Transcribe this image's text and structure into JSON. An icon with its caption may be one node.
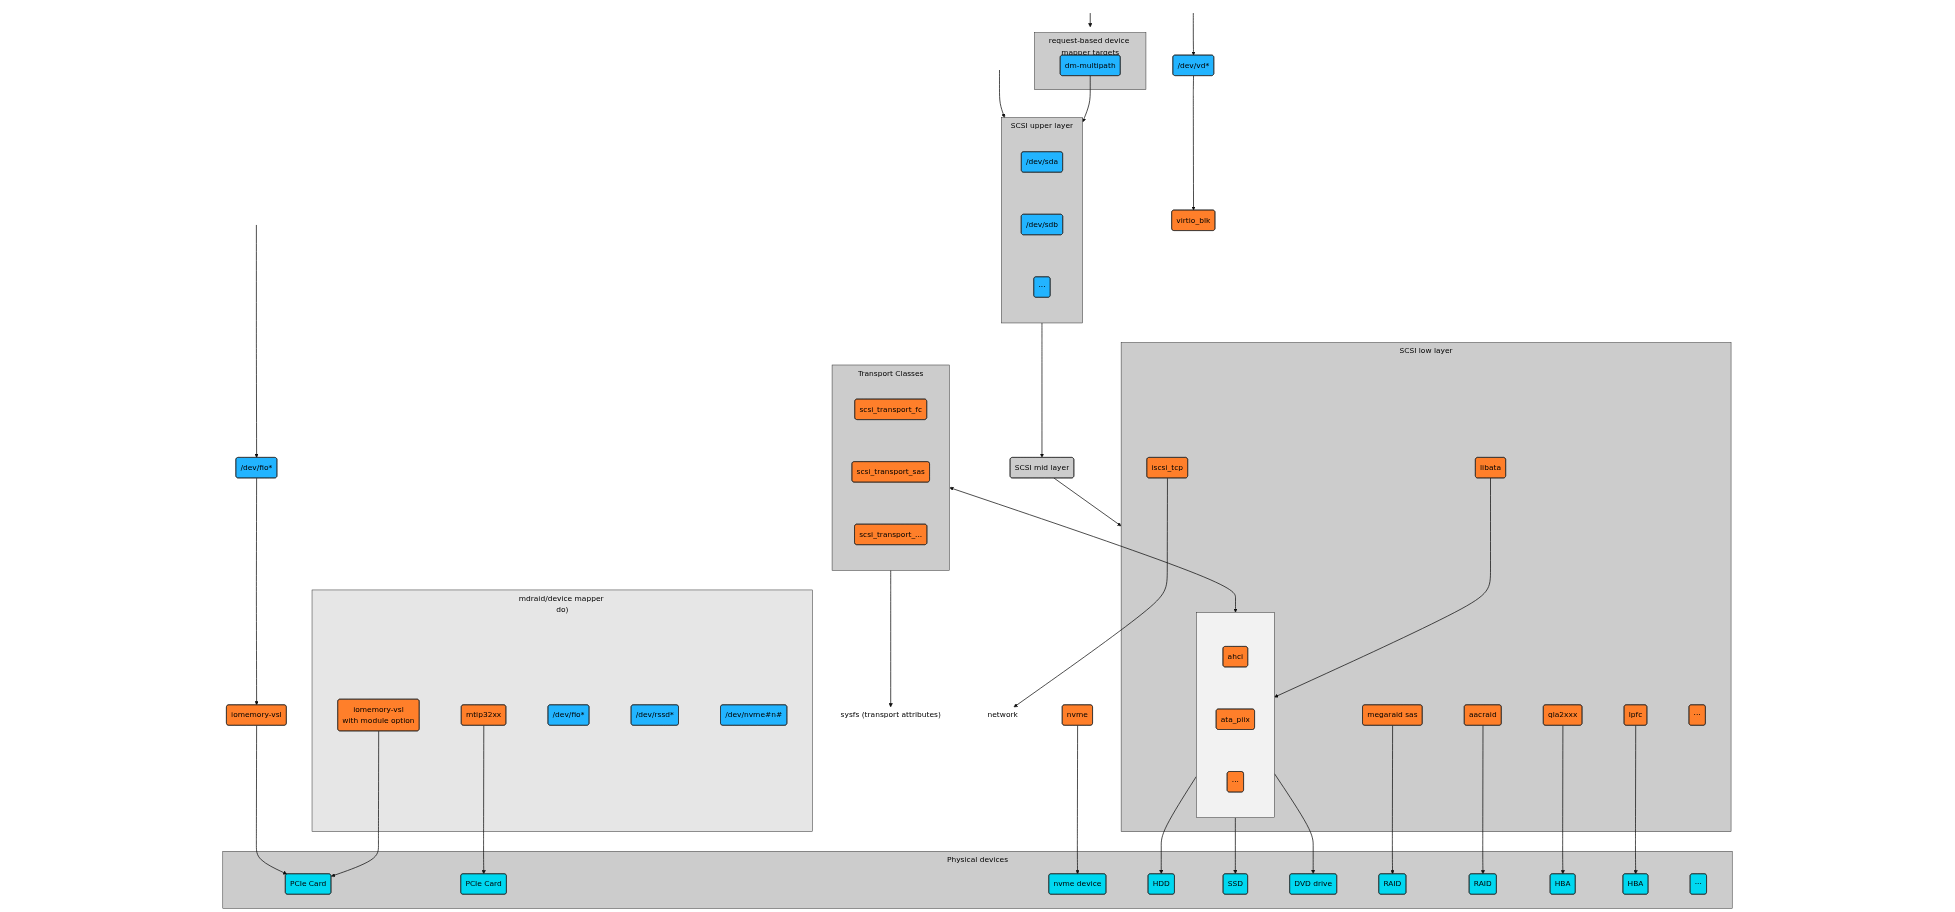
{
  "diagram": {
    "nodes": [
      {
        "text": [
          "request-based device mapper targets"
        ]
      },
      {
        "text": [
          "dm-multipath"
        ],
        "in": 0
      },
      {
        "text": [
          "SCSI upper layer"
        ]
      },
      {
        "text": [
          "/dev/sda"
        ],
        "in": 2
      },
      {
        "text": [
          "/dev/sdb"
        ],
        "in": 2
      },
      {
        "text": [
          "···"
        ],
        "in": 2
      },
      {
        "text": [
          "SCSI mid layer"
        ]
      },
      {
        "text": [
          "sysfs (transport attributes)"
        ]
      },
      {
        "text": [
          "Transport Classes"
        ]
      },
      {
        "text": [
          "scsi_transport_fc"
        ],
        "in": 8
      },
      {
        "text": [
          "scsi_transport_sas"
        ],
        "in": 8
      },
      {
        "text": [
          "scsi_transport_..."
        ],
        "in": 8
      },
      {
        "text": [
          "/dev/vd*"
        ]
      },
      {
        "text": [
          "virtio_blk"
        ]
      },
      {
        "text": [
          "/dev/fio*"
        ]
      },
      {
        "text": [
          "iomemory-vsl"
        ]
      },
      {
        "text": [
          "mdraid/device mapper do)"
        ]
      },
      {
        "text": [
          "/dev/fio*"
        ],
        "in": 16
      },
      {
        "text": [
          "iomemory-vsl",
          "with module option"
        ],
        "in": 16
      },
      {
        "text": [
          "/dev/rssd*"
        ],
        "in": 16
      },
      {
        "text": [
          "mtip32xx"
        ],
        "in": 16
      },
      {
        "text": [
          "/dev/nvme#n#"
        ],
        "in": 16
      },
      {
        "text": [
          "nvme"
        ]
      },
      {
        "text": [
          "SCSI low layer"
        ]
      },
      {
        "text": [
          "libata"
        ],
        "in": 23
      },
      {
        "text": [],
        "shape": "box",
        "in": 23
      },
      {
        "text": [
          "ahci"
        ],
        "in": 25
      },
      {
        "text": [
          "ata_piix"
        ],
        "in": 25
      },
      {
        "text": [
          "···"
        ],
        "in": 25
      },
      {
        "text": [
          "megaraid sas"
        ],
        "in": 23
      },
      {
        "text": [
          "aacraid"
        ],
        "in": 23
      },
      {
        "text": [
          "qla2xxx"
        ],
        "in": 23
      },
      {
        "text": [
          "lpfc"
        ],
        "in": 23
      },
      {
        "text": [
          "iscsi_tcp"
        ],
        "in": 23
      },
      {
        "text": [
          "···"
        ],
        "in": 23
      },
      {
        "text": [
          "network"
        ]
      },
      {
        "text": [
          "Physical devices"
        ]
      },
      {
        "text": [
          "HDD"
        ],
        "in": 36
      },
      {
        "text": [
          "SSD"
        ],
        "in": 36
      },
      {
        "text": [
          "DVD drive"
        ],
        "in": 36
      },
      {
        "text": [
          "RAID"
        ],
        "in": 36
      },
      {
        "text": [
          "RAID"
        ],
        "in": 36
      },
      {
        "text": [
          "HBA"
        ],
        "in": 36
      },
      {
        "text": [
          "HBA"
        ],
        "in": 36
      },
      {
        "text": [
          "···"
        ],
        "in": 36
      },
      {
        "text": [
          "PCIe Card"
        ],
        "in": 36
      },
      {
        "text": [
          "nvme device"
        ],
        "in": 36
      },
      {
        "text": [
          "PCIe Card"
        ],
        "in": 36
      }
    ],
    "edges": [
      {
        "from": null,
        "to": 0,
        "arrow": "to"
      },
      {
        "from": null,
        "to": 2,
        "arrow": "to"
      },
      {
        "from": 1,
        "to": 2,
        "arrow": "to"
      },
      {
        "from": 2,
        "to": 6,
        "arrow": "to"
      },
      {
        "from": 6,
        "to": 23,
        "arrow": "to"
      },
      {
        "from": 8,
        "to": 7,
        "arrow": "to"
      },
      {
        "from": 8,
        "to": 25,
        "arrow": "both"
      },
      {
        "from": null,
        "to": 12,
        "arrow": "to"
      },
      {
        "from": 12,
        "to": 13,
        "arrow": "to"
      },
      {
        "from": null,
        "to": 14,
        "arrow": "to"
      },
      {
        "from": 14,
        "to": 15,
        "arrow": "to"
      },
      {
        "from": 15,
        "to": 45,
        "arrow": "to"
      },
      {
        "from": 18,
        "to": 45,
        "arrow": "to"
      },
      {
        "from": 20,
        "to": 47,
        "arrow": "to"
      },
      {
        "from": 22,
        "to": 46,
        "arrow": "to"
      },
      {
        "from": 24,
        "to": 25,
        "arrow": "to"
      },
      {
        "from": 25,
        "to": 37,
        "arrow": "to"
      },
      {
        "from": 25,
        "to": 38,
        "arrow": "to"
      },
      {
        "from": 25,
        "to": 39,
        "arrow": "to"
      },
      {
        "from": 29,
        "to": 40,
        "arrow": "to"
      },
      {
        "from": 30,
        "to": 41,
        "arrow": "to"
      },
      {
        "from": 31,
        "to": 42,
        "arrow": "to"
      },
      {
        "from": 32,
        "to": 43,
        "arrow": "to"
      },
      {
        "from": 33,
        "to": 35,
        "arrow": "to"
      }
    ]
  }
}
